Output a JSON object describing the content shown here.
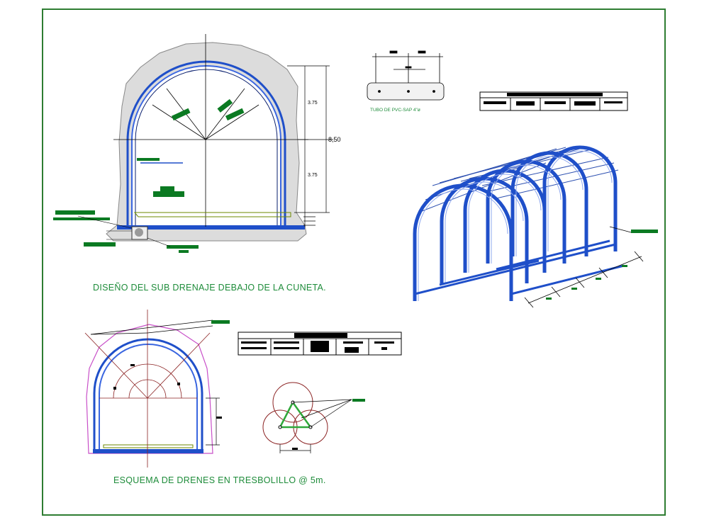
{
  "captions": {
    "section_title": "DISEÑO DEL SUB DRENAJE  DEBAJO DE LA CUNETA.",
    "scheme_title": "ESQUEMA  DE DRENES EN TRESBOLILLO @ 5m.",
    "pipe_label": "TUBO DE PVC-SAP 4\"ø"
  },
  "dimensions": {
    "upper_height": "3.75",
    "lower_height": "3.75",
    "total_height": "8,50"
  },
  "colors": {
    "frame": "#2e7d32",
    "arch": "#1f4fc9",
    "text": "#1e8c3a",
    "rock": "#d8d8d8",
    "ground_label": "#0b7a22",
    "magenta": "#c84fc8",
    "circle": "#8b2222"
  }
}
